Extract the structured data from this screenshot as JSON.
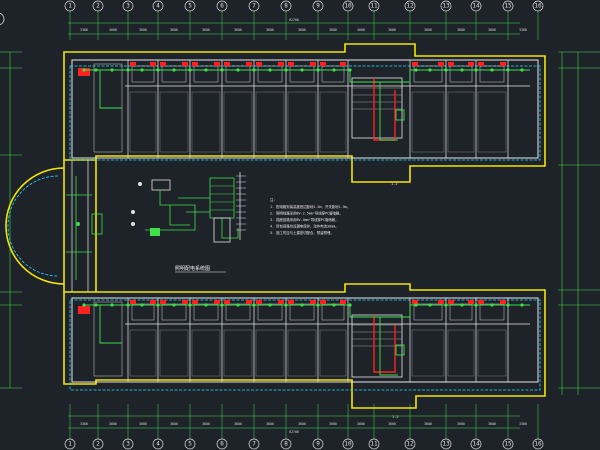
{
  "grid_axes": {
    "top": [
      "1",
      "2",
      "3",
      "4",
      "5",
      "6",
      "7",
      "8",
      "9",
      "10",
      "11",
      "12",
      "13",
      "14",
      "15",
      "16"
    ],
    "bottom": [
      "1",
      "2",
      "3",
      "4",
      "5",
      "6",
      "7",
      "8",
      "9",
      "10",
      "11",
      "12",
      "13",
      "14",
      "15",
      "16"
    ]
  },
  "dimensions": {
    "top_overall": "62700",
    "bottom_overall": "62700",
    "top_segments": [
      "3300",
      "3600",
      "3600",
      "3600",
      "3600",
      "3600",
      "3600",
      "3600",
      "3600",
      "3600",
      "3600",
      "3600",
      "3600",
      "3600",
      "3300"
    ],
    "bottom_segments": [
      "3300",
      "3600",
      "3600",
      "3600",
      "3600",
      "3600",
      "3600",
      "3600",
      "3600",
      "3600",
      "3600",
      "3600",
      "3600",
      "3600",
      "3300"
    ]
  },
  "labels": {
    "stair_tag_upper": "1-2",
    "stair_tag_lower": "1-2",
    "diagram_caption": "照明配电系统图",
    "notes_heading": "注：",
    "notes": [
      "1. 配电箱安装高度底边距地1.5m，开关距地1.3m。",
      "2. 照明线路采用BV-2.5mm²导线穿PC管暗敷。",
      "3. 插座回路采用BV-4mm²导线穿PC管暗敷。",
      "4. 所有回路均设漏电保护，动作电流30mA。",
      "5. 施工时应与土建密切配合，预留预埋。"
    ]
  },
  "colors": {
    "background": "#1e2229",
    "wall": "#e8e8e8",
    "outer_wall": "#f2e600",
    "wiring": "#3fe04a",
    "furniture": "#ff2020",
    "dashed_boundary": "#28d8ff",
    "grid_line": "#3fe04a"
  }
}
